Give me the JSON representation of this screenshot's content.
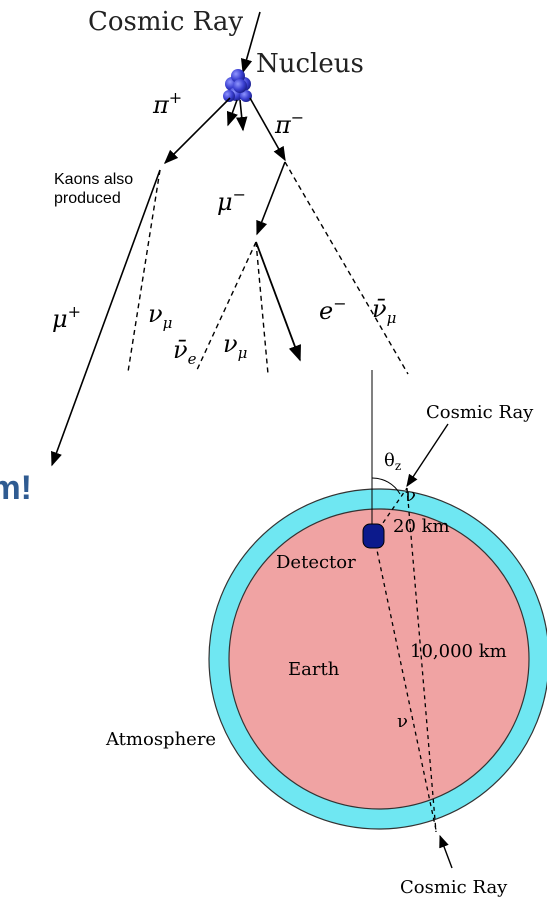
{
  "shower": {
    "cosmic_ray_label": "Cosmic Ray",
    "nucleus_label": "Nucleus",
    "pi_plus": "π",
    "pi_plus_sup": "+",
    "pi_minus": "π",
    "pi_minus_sup": "−",
    "kaons_note_line1": "Kaons also",
    "kaons_note_line2": "produced",
    "mu_minus": "μ",
    "mu_minus_sup": "−",
    "mu_plus": "μ",
    "mu_plus_sup": "+",
    "nu_mu_1": "ν",
    "nu_mu_1_sub": "μ",
    "nu_e_bar": "ν̄",
    "nu_e_bar_sub": "e",
    "nu_mu_2": "ν",
    "nu_mu_2_sub": "μ",
    "e_minus": "e",
    "e_minus_sup": "−",
    "nu_mu_bar": "ν̄",
    "nu_mu_bar_sub": "μ"
  },
  "earth_diagram": {
    "cosmic_ray_top": "Cosmic Ray",
    "theta_label": "θ",
    "theta_sub": "z",
    "nu_top": "ν",
    "distance_short": "20 km",
    "detector_label": "Detector",
    "distance_long": "10,000 km",
    "earth_label": "Earth",
    "nu_bottom": "ν",
    "atmosphere_label": "Atmosphere",
    "cosmic_ray_bottom": "Cosmic Ray"
  },
  "partial_text": "m!",
  "colors": {
    "atmosphere": "#6fe7f2",
    "earth": "#f0a3a3",
    "detector": "#0c1a8c",
    "nucleus": "#3a3fd0",
    "partial_text": "#2f5b91"
  }
}
